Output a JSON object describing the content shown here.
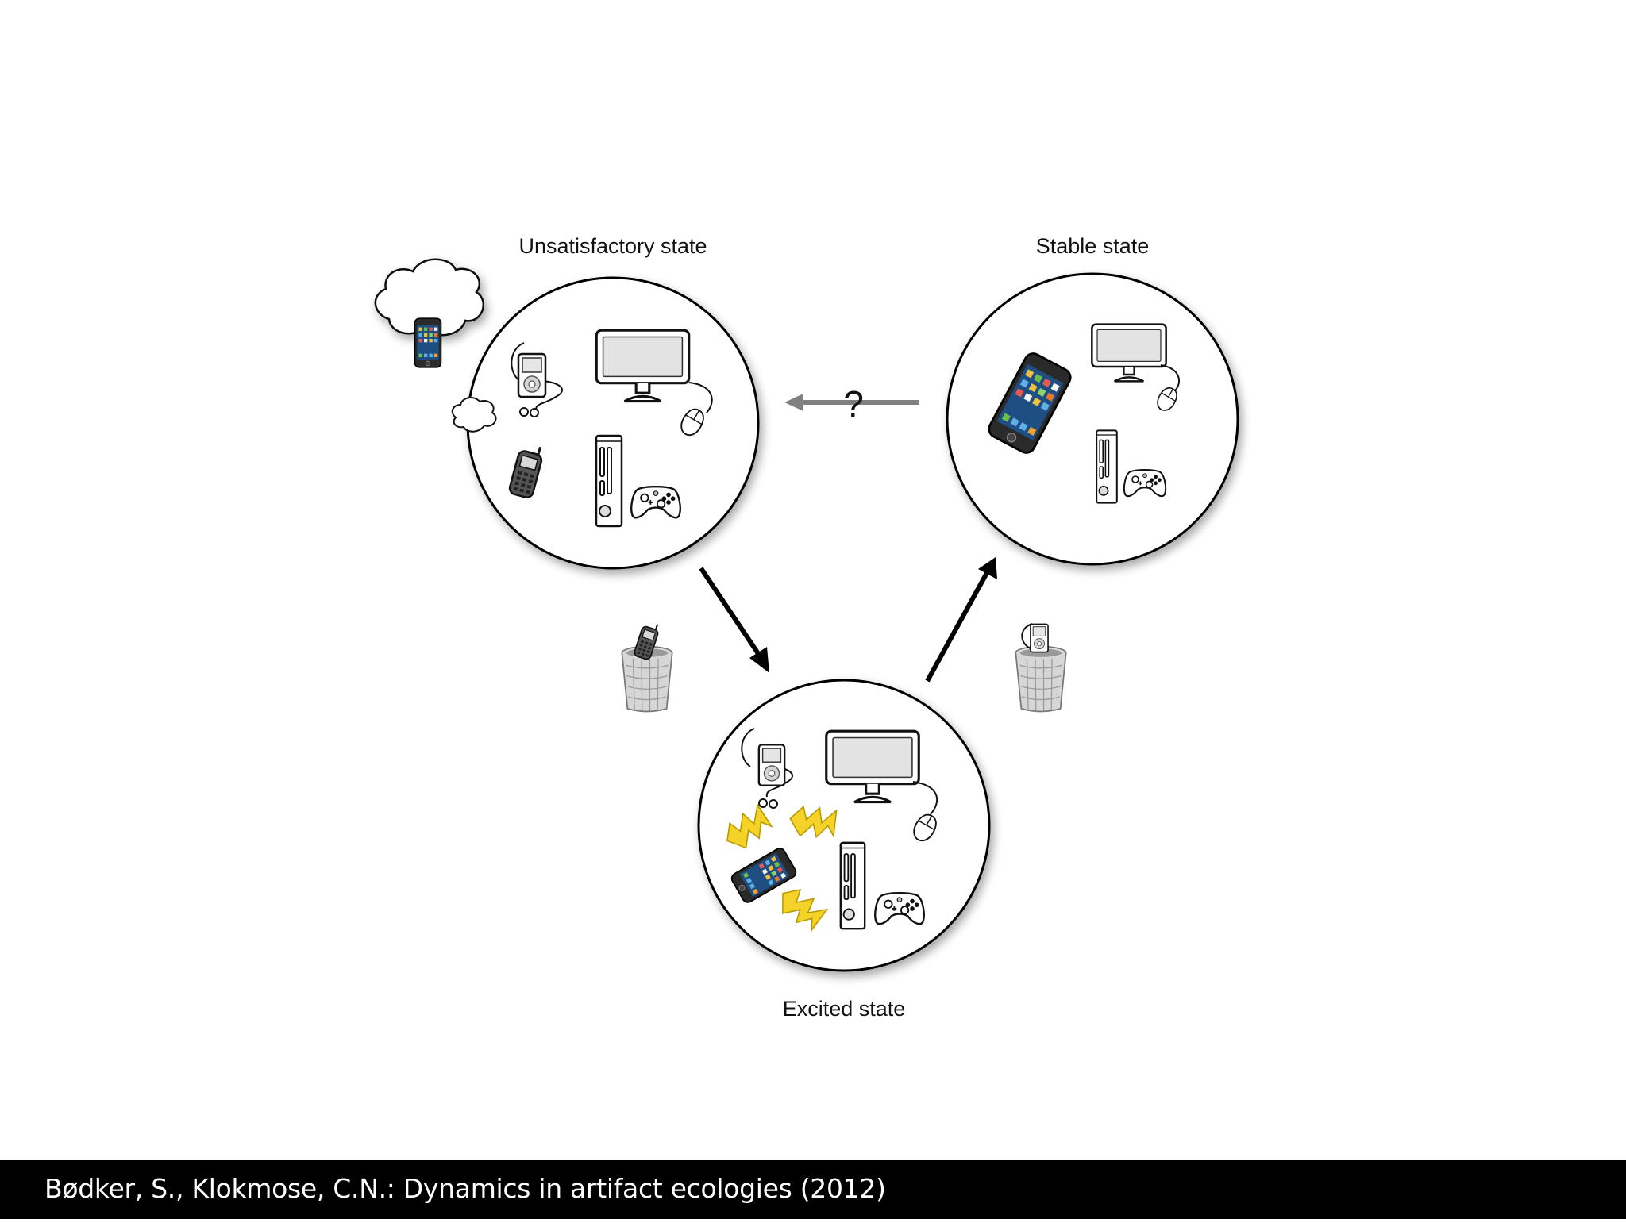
{
  "states": {
    "unsatisfactory": {
      "label": "Unsatisfactory state"
    },
    "stable": {
      "label": "Stable state"
    },
    "excited": {
      "label": "Excited state"
    }
  },
  "transitions": {
    "stable_to_unsatisfactory": {
      "label": "?"
    }
  },
  "footer": {
    "citation": "Bødker, S., Klokmose, C.N.: Dynamics in artifact ecologies (2012)"
  },
  "icons": {
    "unsatisfactory": [
      "thought-cloud-smartphone-icon",
      "ipod-icon",
      "monitor-icon",
      "mouse-icon",
      "mobile-phone-icon",
      "game-console-icon",
      "gamepad-icon"
    ],
    "stable": [
      "smartphone-icon",
      "monitor-icon",
      "mouse-icon",
      "game-console-icon",
      "gamepad-icon"
    ],
    "excited": [
      "ipod-icon",
      "monitor-icon",
      "mouse-icon",
      "smartphone-icon",
      "game-console-icon",
      "gamepad-icon",
      "lightning-icon"
    ],
    "discarded": [
      "trash-can-mobile-phone-icon",
      "trash-can-ipod-icon"
    ]
  },
  "colors": {
    "arrow_main": "#000000",
    "arrow_question": "#808080",
    "lightning": "#f4d227",
    "footer_bg": "#000000"
  }
}
